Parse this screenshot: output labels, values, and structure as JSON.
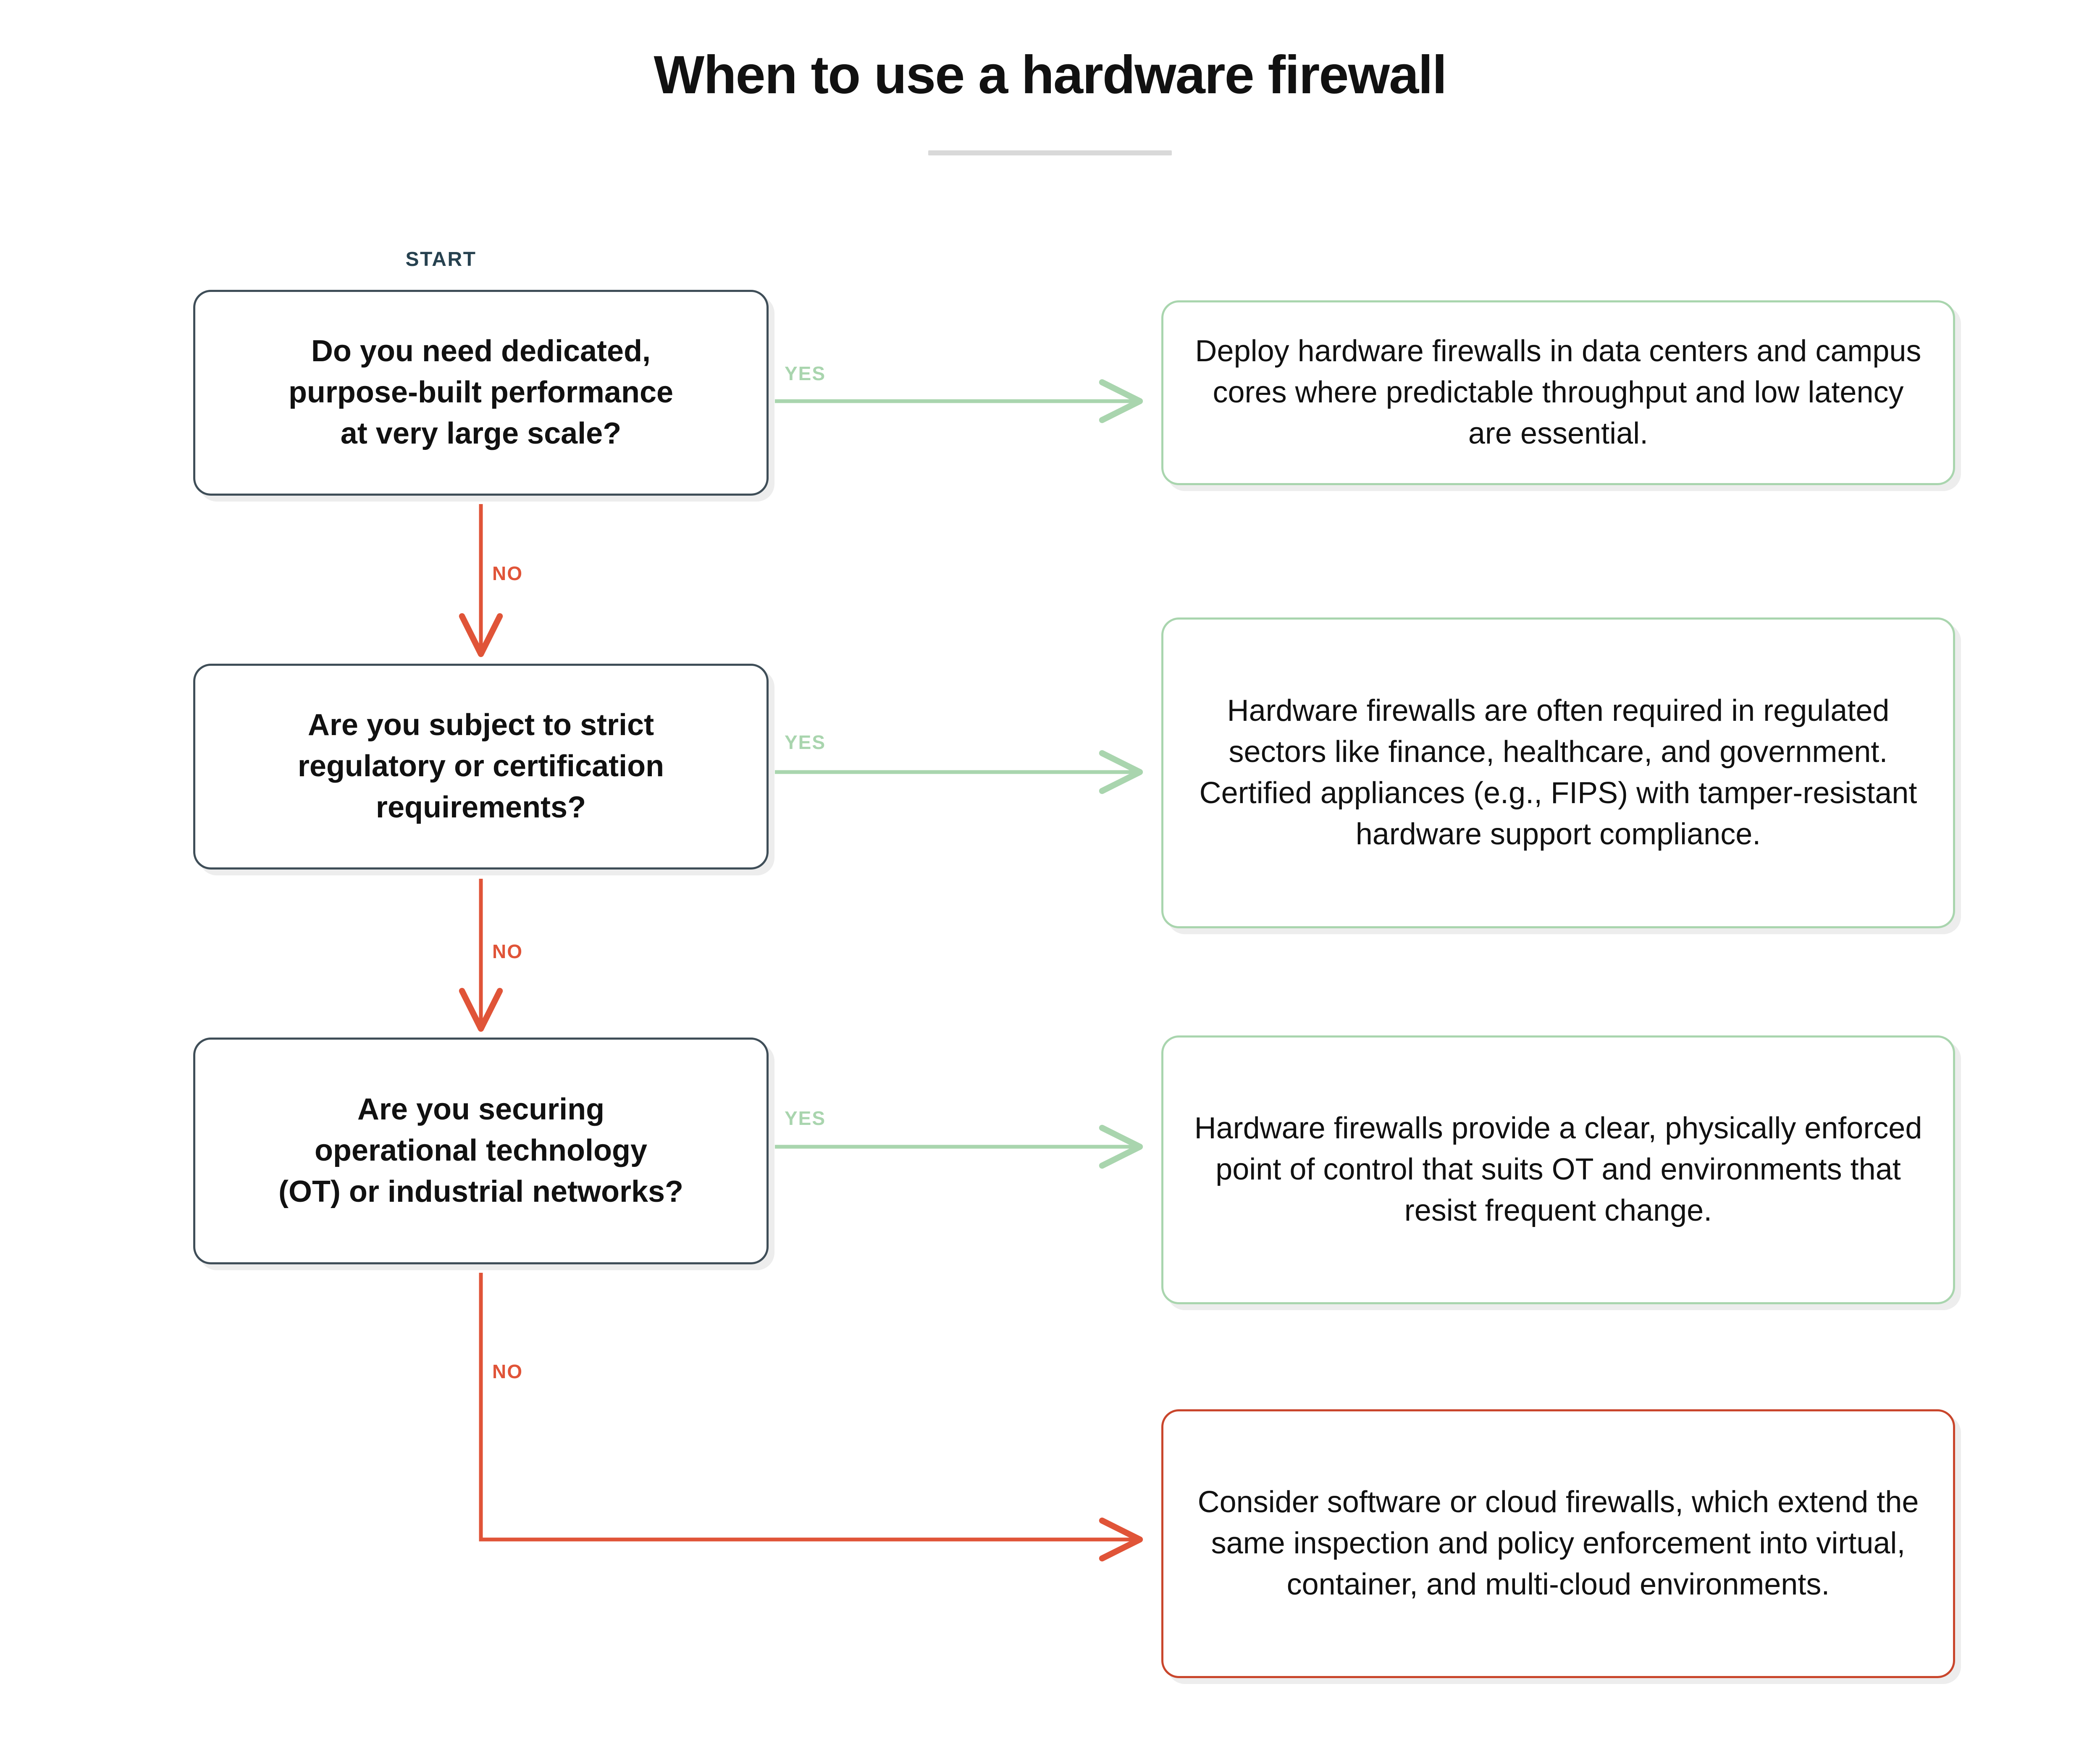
{
  "header": {
    "title": "When to use a hardware firewall"
  },
  "flow": {
    "start_label": "START",
    "edge_labels": {
      "yes": "YES",
      "no": "NO"
    },
    "decisions": [
      {
        "id": "q1",
        "text": "Do you need dedicated,\npurpose-built performance\nat very large scale?"
      },
      {
        "id": "q2",
        "text": "Are you subject to strict\nregulatory or certification\nrequirements?"
      },
      {
        "id": "q3",
        "text": "Are you securing\noperational technology\n(OT) or industrial networks?"
      }
    ],
    "outcomes": [
      {
        "id": "a1",
        "kind": "yes",
        "text": "Deploy hardware firewalls in data centers and campus cores where predictable throughput and low latency are essential."
      },
      {
        "id": "a2",
        "kind": "yes",
        "text": "Hardware firewalls are often required in regulated sectors like finance, healthcare, and government. Certified appliances (e.g., FIPS) with tamper-resistant hardware support compliance."
      },
      {
        "id": "a3",
        "kind": "yes",
        "text": "Hardware firewalls provide a clear, physically enforced point of control that suits OT and environments that resist frequent change."
      },
      {
        "id": "a4",
        "kind": "no",
        "text": "Consider software or cloud firewalls, which extend the same inspection and policy enforcement into virtual, container, and multi-cloud environments."
      }
    ]
  },
  "colors": {
    "background": "#ffffff",
    "title_text": "#111111",
    "title_divider": "#d9d9d9",
    "start_label": "#26414f",
    "decision_border": "#3f4e58",
    "yes_accent": "#a9d5ae",
    "no_accent": "#e05438",
    "no_outcome_border": "#c9462c",
    "body_text": "#111111"
  }
}
